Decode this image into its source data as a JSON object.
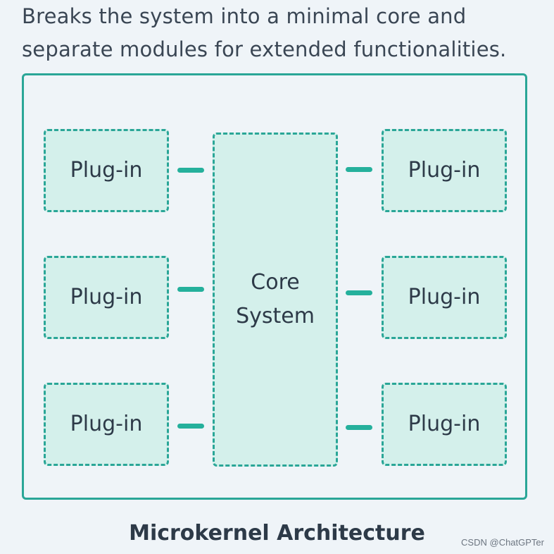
{
  "description": "Breaks the system into a minimal core and separate modules for extended functionalities.",
  "diagram": {
    "core_label": "Core\nSystem",
    "plugins": {
      "left": [
        "Plug-in",
        "Plug-in",
        "Plug-in"
      ],
      "right": [
        "Plug-in",
        "Plug-in",
        "Plug-in"
      ]
    },
    "caption": "Microkernel Architecture"
  },
  "watermark": "CSDN @ChatGPTer",
  "colors": {
    "accent": "#2aa697",
    "box_fill": "#d4f0eb",
    "background": "#eff4f8",
    "text": "#2d3a48"
  }
}
